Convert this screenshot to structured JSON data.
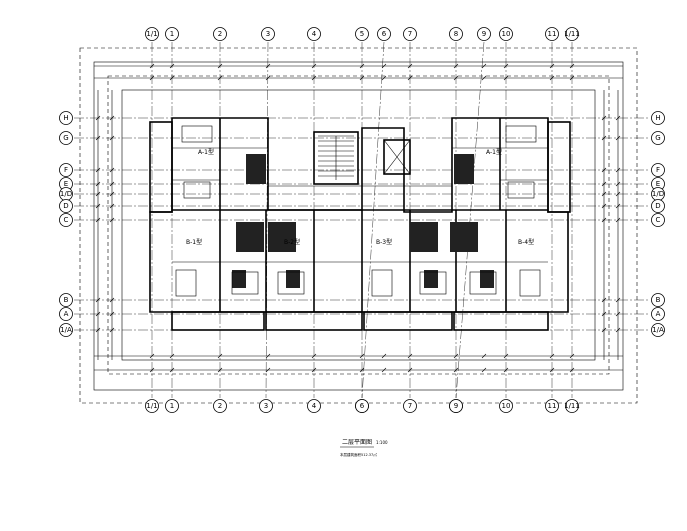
{
  "drawing": {
    "title": "二层平面图",
    "scale": "1:100",
    "subtitle": "本层建筑面积512.37㎡"
  },
  "grid": {
    "columns": [
      {
        "label": "1/1"
      },
      {
        "label": "1"
      },
      {
        "label": "2"
      },
      {
        "label": "3"
      },
      {
        "label": "4"
      },
      {
        "label": "5"
      },
      {
        "label": "6"
      },
      {
        "label": "7"
      },
      {
        "label": "8"
      },
      {
        "label": "9"
      },
      {
        "label": "10"
      },
      {
        "label": "11"
      },
      {
        "label": "1/11"
      }
    ],
    "rows": [
      {
        "label": "H"
      },
      {
        "label": "G"
      },
      {
        "label": "F"
      },
      {
        "label": "E"
      },
      {
        "label": "1/D"
      },
      {
        "label": "D"
      },
      {
        "label": "C"
      },
      {
        "label": "B"
      },
      {
        "label": "A"
      },
      {
        "label": "1/A"
      }
    ]
  },
  "units": [
    {
      "label": "A-1型"
    },
    {
      "label": "A-1型"
    },
    {
      "label": "B-1型"
    },
    {
      "label": "B-2型"
    },
    {
      "label": "B-3型"
    },
    {
      "label": "B-4型"
    }
  ]
}
